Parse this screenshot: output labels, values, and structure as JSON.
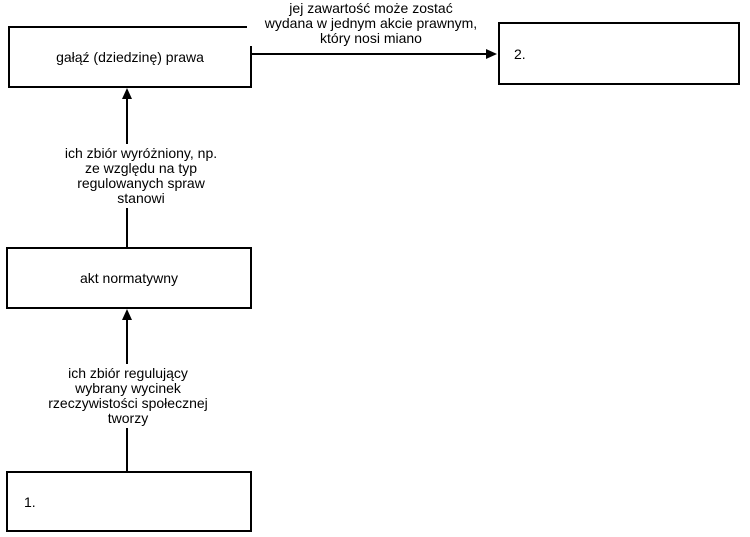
{
  "canvas": {
    "background": "#ffffff",
    "line_color": "#000000",
    "text_color": "#000000"
  },
  "boxes": {
    "galaz": {
      "label": "gałąź (dziedzinę) prawa"
    },
    "akt": {
      "label": "akt normatywny"
    },
    "answer1": {
      "label": "1."
    },
    "answer2": {
      "label": "2."
    }
  },
  "connectors": {
    "horizontal": {
      "label": "jej zawartość może zostać\nwydana w jednym akcie prawnym,\nktóry nosi miano",
      "from": "galaz",
      "to": "answer2",
      "direction": "right"
    },
    "upper_vertical": {
      "label": "ich zbiór wyróżniony, np.\nze względu na typ\nregulowanych spraw\nstanowi",
      "from": "akt",
      "to": "galaz",
      "direction": "up"
    },
    "lower_vertical": {
      "label": "ich zbiór regulujący\nwybrany wycinek\nrzeczywistości społecznej\ntworzy",
      "from": "answer1",
      "to": "akt",
      "direction": "up"
    }
  }
}
